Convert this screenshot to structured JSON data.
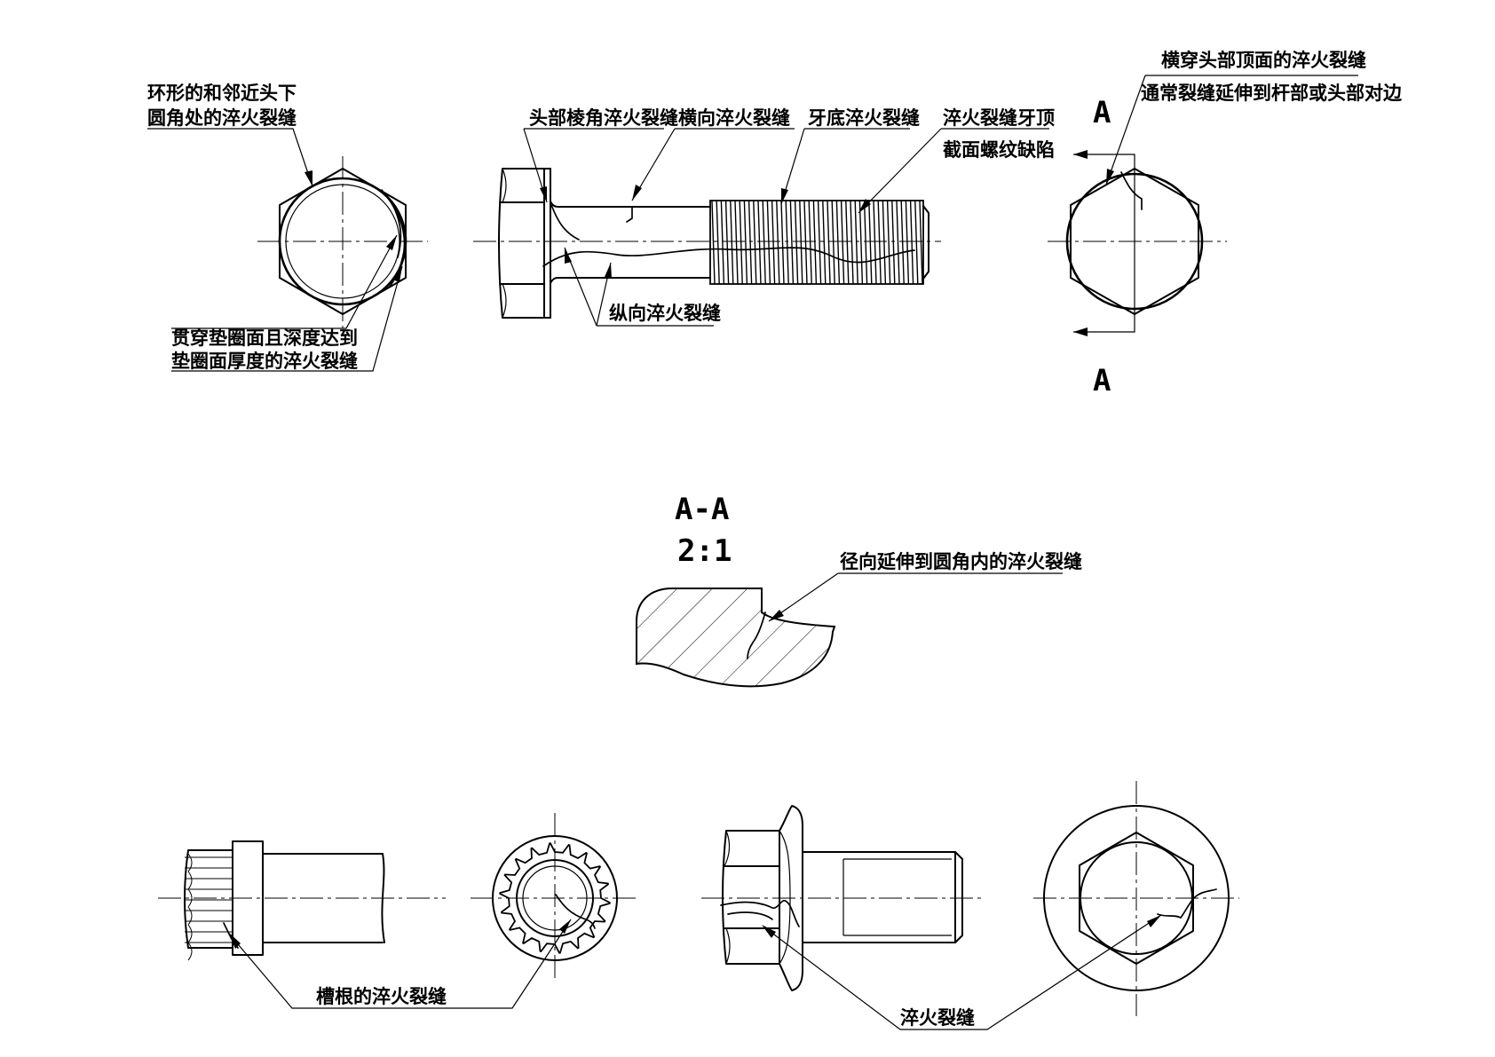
{
  "view": {
    "section_letter_top": "A",
    "section_letter_bottom": "A",
    "section_title": "A-A",
    "section_scale": "2:1"
  },
  "labels": {
    "ring_crack_line1": "环形的和邻近头下",
    "ring_crack_line2": "圆角处的淬火裂缝",
    "washer_crack_line1": "贯穿垫圈面且深度达到",
    "washer_crack_line2": "垫圈面厚度的淬火裂缝",
    "head_corner_crack": "头部棱角淬火裂缝",
    "transverse_crack": "横向淬火裂缝",
    "thread_root_crack": "牙底淬火裂缝",
    "thread_crest_line1": "淬火裂缝牙顶",
    "thread_crest_line2": "截面螺纹缺陷",
    "longitudinal_crack": "纵向淬火裂缝",
    "head_top_crack_line1": "横穿头部顶面的淬火裂缝",
    "head_top_crack_line2": "通常裂缝延伸到杆部或头部对边",
    "radial_fillet_crack": "径向延伸到圆角内的淬火裂缝",
    "spline_root_crack": "槽根的淬火裂缝",
    "quench_crack": "淬火裂缝"
  }
}
